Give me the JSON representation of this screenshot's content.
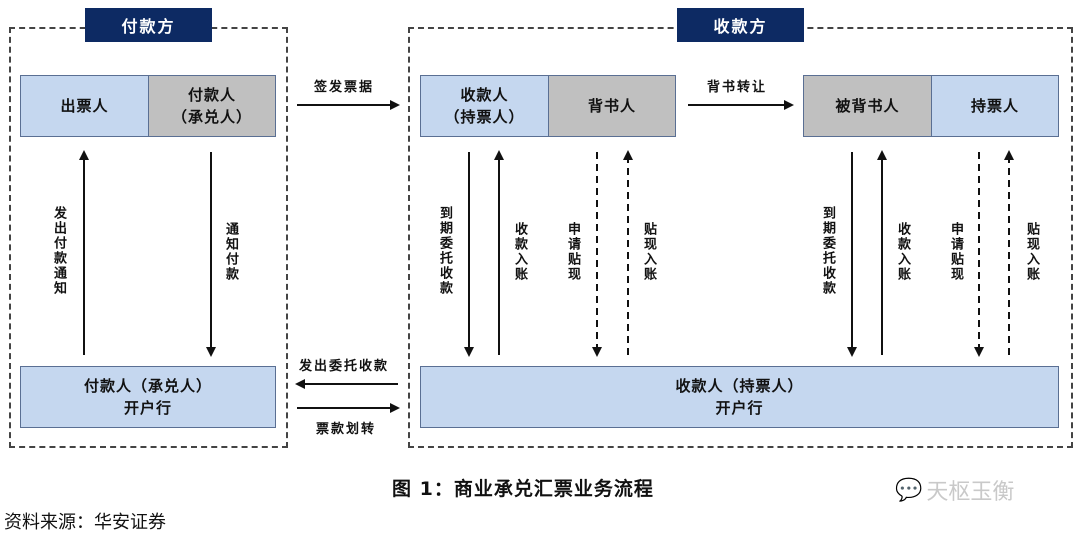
{
  "regions": {
    "payer": {
      "title": "付款方"
    },
    "payee": {
      "title": "收款方"
    }
  },
  "boxes": {
    "drawer": "出票人",
    "payer_acceptor": "付款人\n（承兑人）",
    "payee_holder": "收款人\n（持票人）",
    "endorser": "背书人",
    "endorsee": "被背书人",
    "holder": "持票人",
    "payer_bank": "付款人（承兑人）\n开户行",
    "payee_bank": "收款人（持票人）\n开户行"
  },
  "flows": {
    "issue_bill": "签发票据",
    "endorse_transfer": "背书转让",
    "send_payment_notice": "发出付款通知",
    "notify_payment": "通知付款",
    "collection_due_left": "到期委托收款",
    "receive_funds_left": "收款入账",
    "apply_discount_left": "申请贴现",
    "discount_credit_left": "贴现入账",
    "collection_due_right": "到期委托收款",
    "receive_funds_right": "收款入账",
    "apply_discount_right": "申请贴现",
    "discount_credit_right": "贴现入账",
    "send_collection": "发出委托收款",
    "fund_transfer": "票款划转"
  },
  "legend": {
    "solid_arrow": "solid",
    "dashed_arrow": "dashed"
  },
  "colors": {
    "badge_bg": "#0d2a63",
    "blue_box": "#c5d7ef",
    "gray_box": "#c0c0c0"
  },
  "caption": "图 1：商业承兑汇票业务流程",
  "source": "资料来源：华安证券",
  "watermark": "天枢玉衡"
}
